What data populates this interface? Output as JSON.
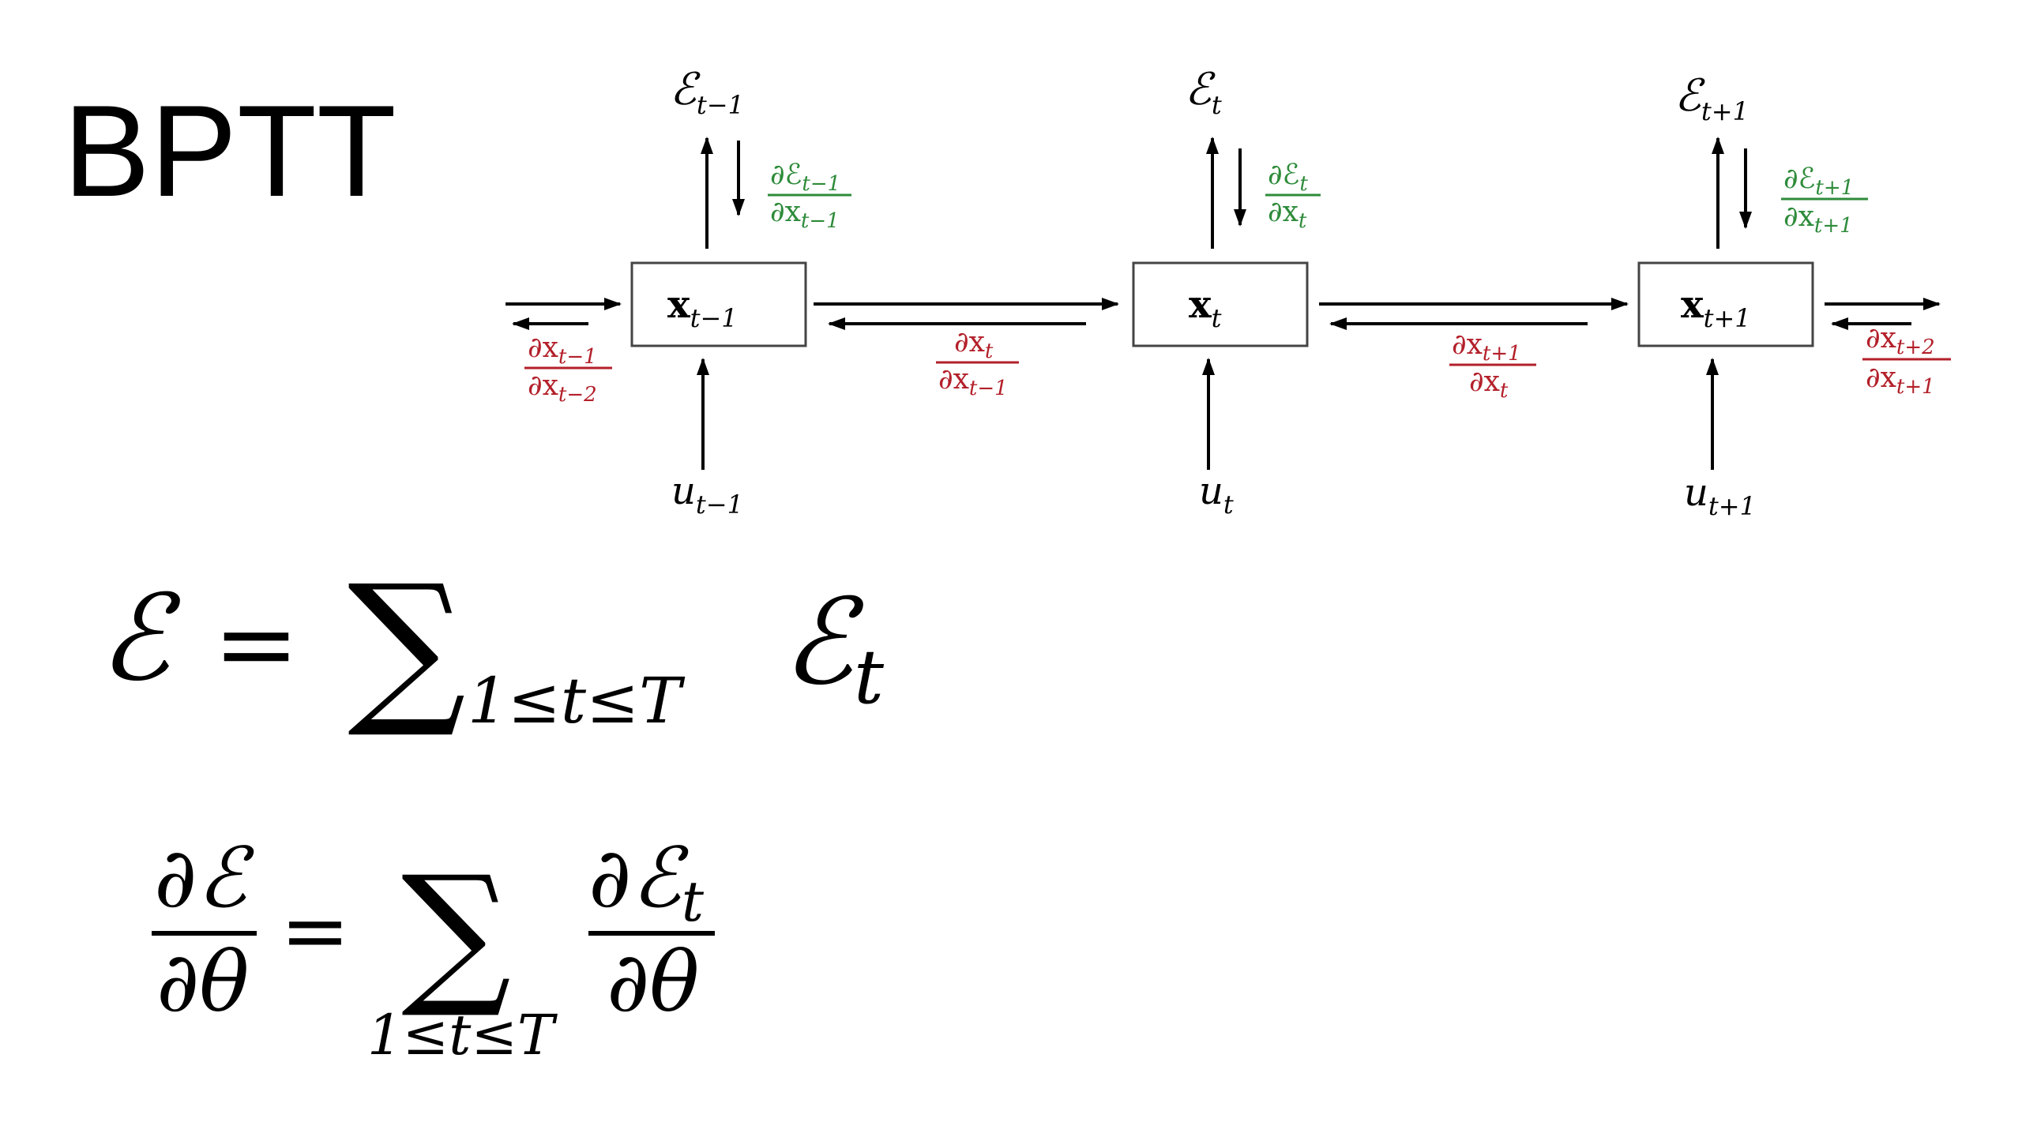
{
  "title": "BPTT",
  "colors": {
    "text": "#000000",
    "error_gradient": "#2e8b3a",
    "state_gradient": "#b3202a",
    "box_stroke": "#444444",
    "background": "#ffffff"
  },
  "diagram": {
    "nodes": [
      {
        "state": {
          "base": "x",
          "sub": "t−1"
        },
        "error": {
          "base": "ℰ",
          "sub": "t−1"
        },
        "input": {
          "base": "u",
          "sub": "t−1"
        },
        "error_grad": {
          "num_base": "∂ℰ",
          "num_sub": "t−1",
          "den_base": "∂x",
          "den_sub": "t−1"
        }
      },
      {
        "state": {
          "base": "x",
          "sub": "t"
        },
        "error": {
          "base": "ℰ",
          "sub": "t"
        },
        "input": {
          "base": "u",
          "sub": "t"
        },
        "error_grad": {
          "num_base": "∂ℰ",
          "num_sub": "t",
          "den_base": "∂x",
          "den_sub": "t"
        }
      },
      {
        "state": {
          "base": "x",
          "sub": "t+1"
        },
        "error": {
          "base": "ℰ",
          "sub": "t+1"
        },
        "input": {
          "base": "u",
          "sub": "t+1"
        },
        "error_grad": {
          "num_base": "∂ℰ",
          "num_sub": "t+1",
          "den_base": "∂x",
          "den_sub": "t+1"
        }
      }
    ],
    "state_grads": [
      {
        "num_base": "∂x",
        "num_sub": "t−1",
        "den_base": "∂x",
        "den_sub": "t−2"
      },
      {
        "num_base": "∂x",
        "num_sub": "t",
        "den_base": "∂x",
        "den_sub": "t−1"
      },
      {
        "num_base": "∂x",
        "num_sub": "t+1",
        "den_base": "∂x",
        "den_sub": "t"
      },
      {
        "num_base": "∂x",
        "num_sub": "t+2",
        "den_base": "∂x",
        "den_sub": "t+1"
      }
    ]
  },
  "equations": {
    "total_error": {
      "lhs": "ℰ",
      "equals": "=",
      "sum": "∑",
      "range": "1≤t≤T",
      "term_base": "ℰ",
      "term_sub": "t"
    },
    "gradient": {
      "lhs_num": "∂ℰ",
      "lhs_den": "∂θ",
      "equals": "=",
      "sum": "∑",
      "range": "1≤t≤T",
      "rhs_num_base": "∂ℰ",
      "rhs_num_sub": "t",
      "rhs_den": "∂θ"
    }
  }
}
